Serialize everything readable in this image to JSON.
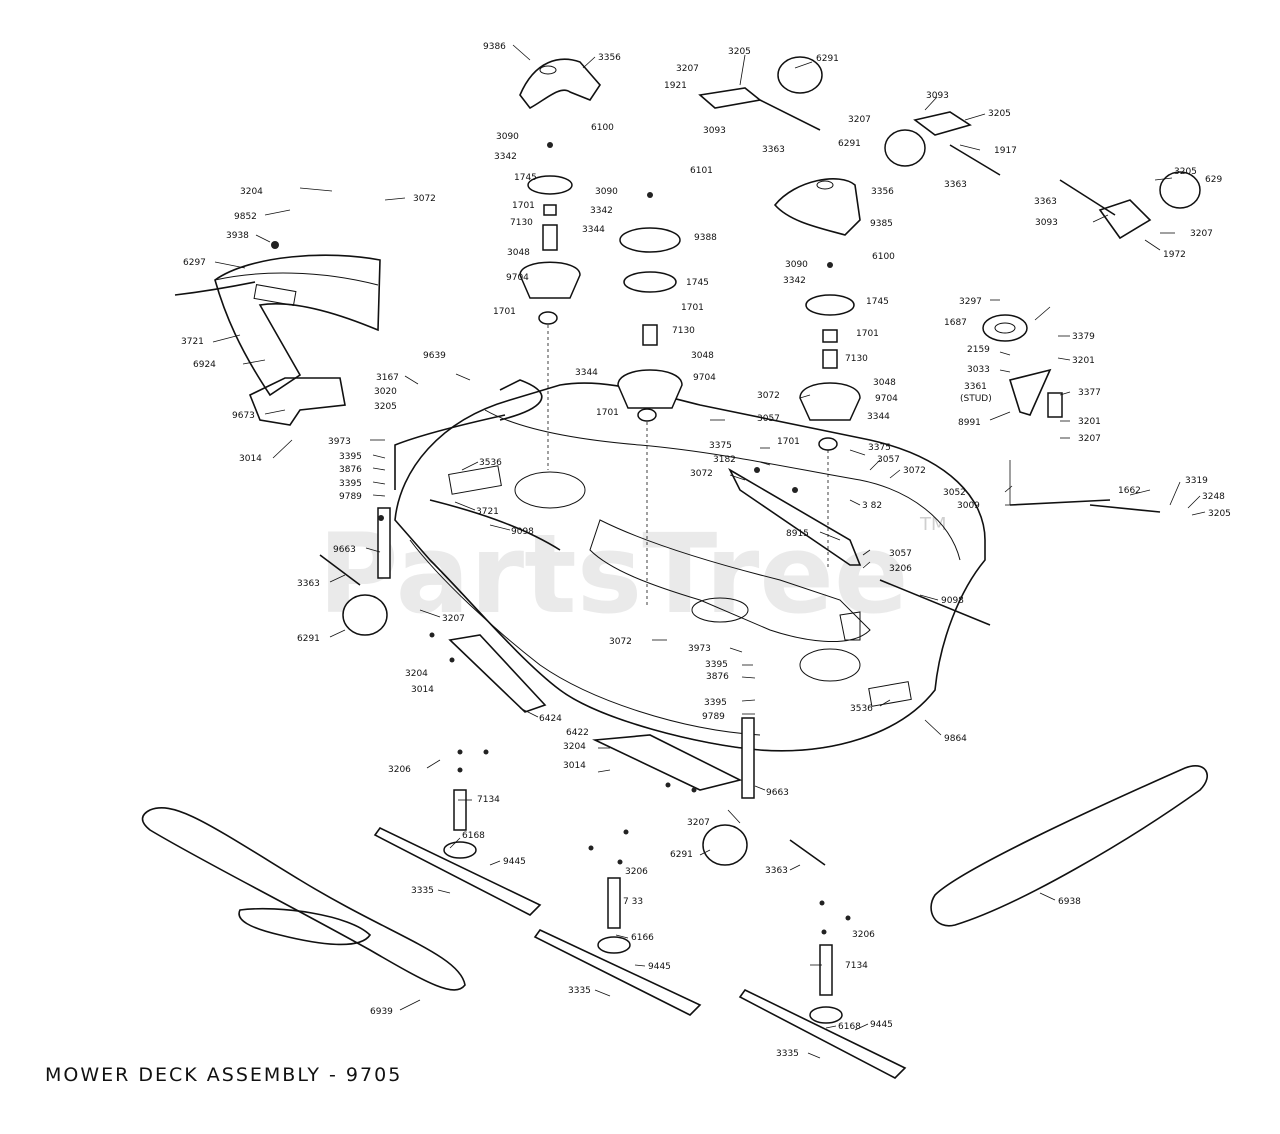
{
  "title": "MOWER DECK ASSEMBLY  -  9705",
  "watermark": "PartsTree",
  "watermark_tm": "TM",
  "part_labels": [
    {
      "id": "l01",
      "text": "9386"
    },
    {
      "id": "l02",
      "text": "3356"
    },
    {
      "id": "l03",
      "text": "3205"
    },
    {
      "id": "l04",
      "text": "3207"
    },
    {
      "id": "l05",
      "text": "6291"
    },
    {
      "id": "l06",
      "text": "1921"
    },
    {
      "id": "l07",
      "text": "3093"
    },
    {
      "id": "l08",
      "text": "3363"
    },
    {
      "id": "l09",
      "text": "3093"
    },
    {
      "id": "l10",
      "text": "3205"
    },
    {
      "id": "l11",
      "text": "3207"
    },
    {
      "id": "l12",
      "text": "6291"
    },
    {
      "id": "l13",
      "text": "1917"
    },
    {
      "id": "l14",
      "text": "3363"
    },
    {
      "id": "l15",
      "text": "3090"
    },
    {
      "id": "l16",
      "text": "6100"
    },
    {
      "id": "l17",
      "text": "3342"
    },
    {
      "id": "l18",
      "text": "1745"
    },
    {
      "id": "l19",
      "text": "1701"
    },
    {
      "id": "l20",
      "text": "7130"
    },
    {
      "id": "l21",
      "text": "3344"
    },
    {
      "id": "l22",
      "text": "3048"
    },
    {
      "id": "l23",
      "text": "9704"
    },
    {
      "id": "l24",
      "text": "1701"
    },
    {
      "id": "l25",
      "text": "3090"
    },
    {
      "id": "l26",
      "text": "6101"
    },
    {
      "id": "l27",
      "text": "3342"
    },
    {
      "id": "l28",
      "text": "9388"
    },
    {
      "id": "l29",
      "text": "1745"
    },
    {
      "id": "l30",
      "text": "1701"
    },
    {
      "id": "l31",
      "text": "7130"
    },
    {
      "id": "l32",
      "text": "3344"
    },
    {
      "id": "l33",
      "text": "3048"
    },
    {
      "id": "l34",
      "text": "9704"
    },
    {
      "id": "l35",
      "text": "1701"
    },
    {
      "id": "l36",
      "text": "3356"
    },
    {
      "id": "l37",
      "text": "9385"
    },
    {
      "id": "l38",
      "text": "3090"
    },
    {
      "id": "l39",
      "text": "6100"
    },
    {
      "id": "l40",
      "text": "3342"
    },
    {
      "id": "l41",
      "text": "1745"
    },
    {
      "id": "l42",
      "text": "1701"
    },
    {
      "id": "l43",
      "text": "7130"
    },
    {
      "id": "l44",
      "text": "3048"
    },
    {
      "id": "l45",
      "text": "9704"
    },
    {
      "id": "l46",
      "text": "3344"
    },
    {
      "id": "l47",
      "text": "1701"
    },
    {
      "id": "l48",
      "text": "3363"
    },
    {
      "id": "l49",
      "text": "3205"
    },
    {
      "id": "l50",
      "text": "629"
    },
    {
      "id": "l51",
      "text": "3093"
    },
    {
      "id": "l52",
      "text": "3207"
    },
    {
      "id": "l53",
      "text": "1972"
    },
    {
      "id": "l54",
      "text": "3204"
    },
    {
      "id": "l55",
      "text": "3072"
    },
    {
      "id": "l56",
      "text": "9852"
    },
    {
      "id": "l57",
      "text": "3938"
    },
    {
      "id": "l58",
      "text": "6297"
    },
    {
      "id": "l59",
      "text": "3721"
    },
    {
      "id": "l60",
      "text": "6924"
    },
    {
      "id": "l61",
      "text": "9673"
    },
    {
      "id": "l62",
      "text": "3014"
    },
    {
      "id": "l63",
      "text": "3167"
    },
    {
      "id": "l64",
      "text": "9639"
    },
    {
      "id": "l65",
      "text": "3020"
    },
    {
      "id": "l66",
      "text": "3205"
    },
    {
      "id": "l67",
      "text": "3973"
    },
    {
      "id": "l68",
      "text": "3395"
    },
    {
      "id": "l69",
      "text": "3876"
    },
    {
      "id": "l70",
      "text": "3395"
    },
    {
      "id": "l71",
      "text": "9789"
    },
    {
      "id": "l72",
      "text": "3536"
    },
    {
      "id": "l73",
      "text": "3721"
    },
    {
      "id": "l74",
      "text": "9098"
    },
    {
      "id": "l75",
      "text": "9663"
    },
    {
      "id": "l76",
      "text": "3363"
    },
    {
      "id": "l77",
      "text": "6291"
    },
    {
      "id": "l78",
      "text": "3207"
    },
    {
      "id": "l79",
      "text": "3204"
    },
    {
      "id": "l80",
      "text": "3014"
    },
    {
      "id": "l81",
      "text": "6424"
    },
    {
      "id": "l82",
      "text": "3297"
    },
    {
      "id": "l83",
      "text": "1687"
    },
    {
      "id": "l84",
      "text": "3379"
    },
    {
      "id": "l85",
      "text": "2159"
    },
    {
      "id": "l86",
      "text": "3201"
    },
    {
      "id": "l87",
      "text": "3033"
    },
    {
      "id": "l88",
      "text": "3361"
    },
    {
      "id": "l89",
      "text": "(STUD)"
    },
    {
      "id": "l90",
      "text": "3377"
    },
    {
      "id": "l91",
      "text": "8991"
    },
    {
      "id": "l92",
      "text": "3201"
    },
    {
      "id": "l93",
      "text": "3207"
    },
    {
      "id": "l94",
      "text": "3072"
    },
    {
      "id": "l95",
      "text": "3057"
    },
    {
      "id": "l96",
      "text": "3375"
    },
    {
      "id": "l97",
      "text": "3182"
    },
    {
      "id": "l98",
      "text": "3375"
    },
    {
      "id": "l99",
      "text": "3057"
    },
    {
      "id": "l100",
      "text": "3072"
    },
    {
      "id": "l101",
      "text": "3072"
    },
    {
      "id": "l102",
      "text": "3 82"
    },
    {
      "id": "l103",
      "text": "3052"
    },
    {
      "id": "l104",
      "text": "3009"
    },
    {
      "id": "l105",
      "text": "1662"
    },
    {
      "id": "l106",
      "text": "3319"
    },
    {
      "id": "l107",
      "text": "3248"
    },
    {
      "id": "l108",
      "text": "3205"
    },
    {
      "id": "l109",
      "text": "8915"
    },
    {
      "id": "l110",
      "text": "3057"
    },
    {
      "id": "l111",
      "text": "3206"
    },
    {
      "id": "l112",
      "text": "9098"
    },
    {
      "id": "l113",
      "text": "3072"
    },
    {
      "id": "l114",
      "text": "3973"
    },
    {
      "id": "l115",
      "text": "3395"
    },
    {
      "id": "l116",
      "text": "3876"
    },
    {
      "id": "l117",
      "text": "3395"
    },
    {
      "id": "l118",
      "text": "9789"
    },
    {
      "id": "l119",
      "text": "3536"
    },
    {
      "id": "l120",
      "text": "9864"
    },
    {
      "id": "l121",
      "text": "6422"
    },
    {
      "id": "l122",
      "text": "3204"
    },
    {
      "id": "l123",
      "text": "3014"
    },
    {
      "id": "l124",
      "text": "3206"
    },
    {
      "id": "l125",
      "text": "7134"
    },
    {
      "id": "l126",
      "text": "6168"
    },
    {
      "id": "l127",
      "text": "9445"
    },
    {
      "id": "l128",
      "text": "3335"
    },
    {
      "id": "l129",
      "text": "9663"
    },
    {
      "id": "l130",
      "text": "3207"
    },
    {
      "id": "l131",
      "text": "6291"
    },
    {
      "id": "l132",
      "text": "3363"
    },
    {
      "id": "l133",
      "text": "3206"
    },
    {
      "id": "l134",
      "text": "7 33"
    },
    {
      "id": "l135",
      "text": "6166"
    },
    {
      "id": "l136",
      "text": "9445"
    },
    {
      "id": "l137",
      "text": "3335"
    },
    {
      "id": "l138",
      "text": "3206"
    },
    {
      "id": "l139",
      "text": "7134"
    },
    {
      "id": "l140",
      "text": "6168"
    },
    {
      "id": "l141",
      "text": "9445"
    },
    {
      "id": "l142",
      "text": "3335"
    },
    {
      "id": "l143",
      "text": "6939"
    },
    {
      "id": "l144",
      "text": "6938"
    }
  ]
}
